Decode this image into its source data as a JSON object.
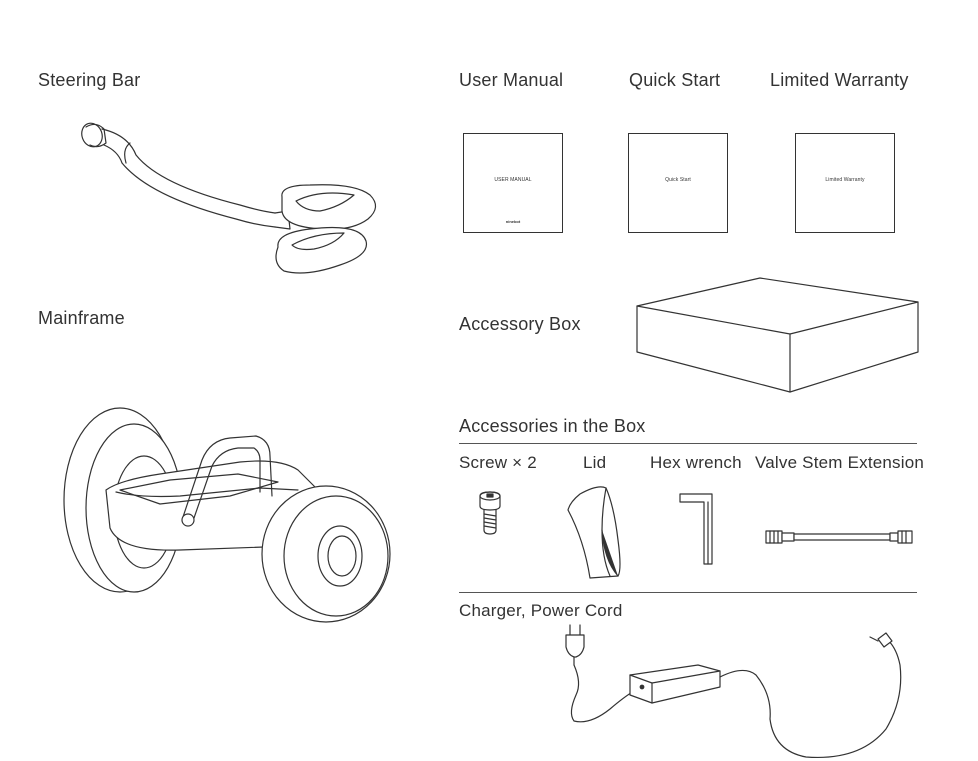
{
  "sections": {
    "steering_bar": "Steering Bar",
    "mainframe": "Mainframe",
    "user_manual": "User Manual",
    "quick_start": "Quick Start",
    "limited_warranty": "Limited Warranty",
    "accessory_box": "Accessory Box",
    "accessories_in_box": "Accessories in the Box",
    "charger": "Charger, Power Cord"
  },
  "booklets": {
    "user_manual_cover": "USER MANUAL",
    "user_manual_brand": "ninebot",
    "quick_start_cover": "Quick Start",
    "warranty_cover": "Limited Warranty"
  },
  "accessories": [
    {
      "label": "Screw × 2",
      "icon": "screw-icon"
    },
    {
      "label": "Lid",
      "icon": "lid-icon"
    },
    {
      "label": "Hex wrench",
      "icon": "hex-wrench-icon"
    },
    {
      "label": "Valve Stem Extension",
      "icon": "valve-stem-extension-icon"
    }
  ]
}
